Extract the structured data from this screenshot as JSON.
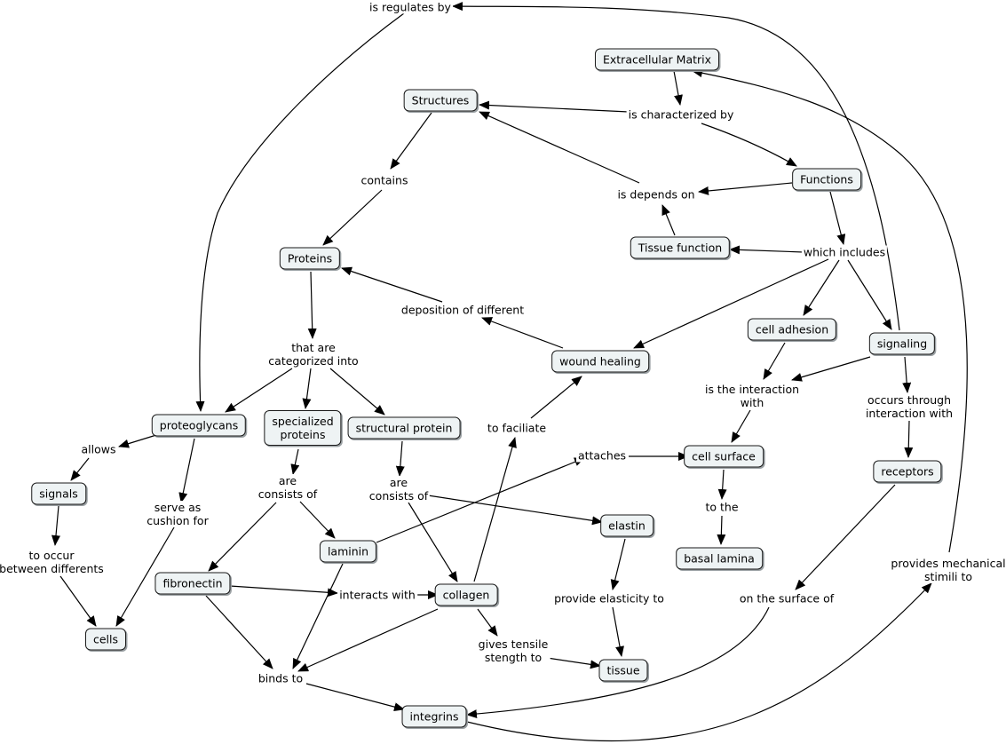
{
  "concepts": {
    "ecm": "Extracellular Matrix",
    "structures": "Structures",
    "functions": "Functions",
    "tissue_function": "Tissue function",
    "proteins": "Proteins",
    "proteoglycans": "proteoglycans",
    "specialized_proteins": "specialized\nproteins",
    "structural_protein": "structural protein",
    "signals": "signals",
    "cells": "cells",
    "fibronectin": "fibronectin",
    "laminin": "laminin",
    "collagen": "collagen",
    "elastin": "elastin",
    "tissue": "tissue",
    "integrins": "integrins",
    "wound_healing": "wound healing",
    "cell_adhesion": "cell adhesion",
    "signaling": "signaling",
    "cell_surface": "cell surface",
    "basal_lamina": "basal lamina",
    "receptors": "receptors"
  },
  "links": {
    "is_regulates_by": "is regulates by",
    "is_characterized_by": "is characterized by",
    "contains": "contains",
    "is_depends_on": "is depends on",
    "which_includes": "which includes",
    "deposition_of_different": "deposition of different",
    "that_are_categorized_into": "that are\ncategorized into",
    "allows": "allows",
    "serve_as_cushion_for": "serve as\ncushion for",
    "to_occur_between": "to occur\nbetween differents",
    "are_consists_of_1": "are\nconsists of",
    "are_consists_of_2": "are\nconsists of",
    "to_faciliate": "to faciliate",
    "attaches": "attaches",
    "is_the_interaction_with": "is the interaction\nwith",
    "occurs_through_interaction_with": "occurs through\ninteraction with",
    "to_the": "to the",
    "interacts_with": "interacts with",
    "provide_elasticity_to": "provide elasticity to",
    "gives_tensile_strength_to": "gives tensile\nstength to",
    "binds_to": "binds to",
    "on_the_surface_of": "on the surface of",
    "provides_mechanical_stimili_to": "provides mechanical\nstimili to"
  },
  "colors": {
    "node_fill": "#eef3f4",
    "node_border": "#1a1a1a",
    "line": "#000000"
  }
}
